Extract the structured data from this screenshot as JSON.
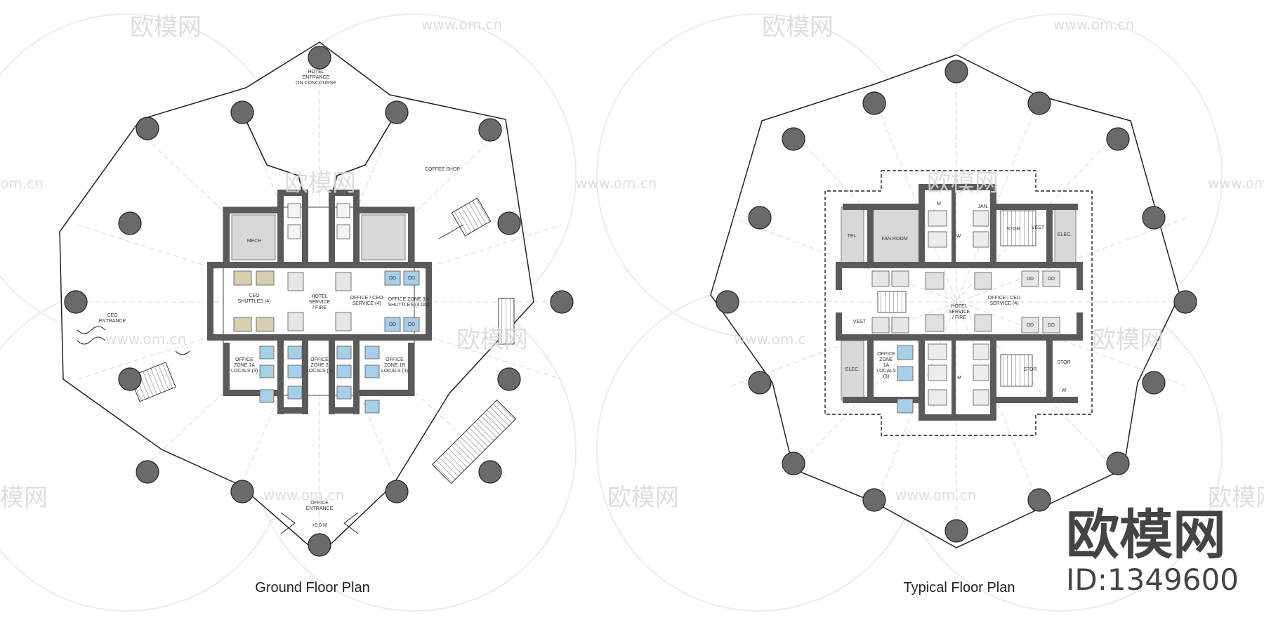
{
  "plans": [
    {
      "id": "ground",
      "title": "Ground Floor Plan",
      "labels": [
        {
          "key": "hotel_entrance",
          "lines": [
            "HOTEL",
            "ENTRANCE",
            "ON CONCOURSE"
          ]
        },
        {
          "key": "coffee_shop",
          "lines": [
            "COFFEE SHOP"
          ]
        },
        {
          "key": "mech",
          "lines": [
            "MECH"
          ]
        },
        {
          "key": "ceo_entrance",
          "lines": [
            "CEO",
            "ENTRANCE"
          ]
        },
        {
          "key": "ceo_shuttles",
          "lines": [
            "CEO",
            "SHUTTLES (4)"
          ]
        },
        {
          "key": "hotel_service",
          "lines": [
            "HOTEL",
            "SERVICE",
            "/ FIRE"
          ]
        },
        {
          "key": "office_ceo_service",
          "lines": [
            "OFFICE / CEO",
            "SERVICE (4)"
          ]
        },
        {
          "key": "office_zone34",
          "lines": [
            "OFFICE ZONE 3/4",
            "SHUTTLES (4 DD)"
          ]
        },
        {
          "key": "dd1",
          "lines": [
            "DD"
          ]
        },
        {
          "key": "dd2",
          "lines": [
            "DD"
          ]
        },
        {
          "key": "dd3",
          "lines": [
            "DD"
          ]
        },
        {
          "key": "dd4",
          "lines": [
            "DD"
          ]
        },
        {
          "key": "office_zone1a",
          "lines": [
            "OFFICE",
            "ZONE 1A",
            "LOCALS (3)"
          ]
        },
        {
          "key": "office_zone2",
          "lines": [
            "OFFICE",
            "ZONE 2",
            "LOCALS (6)"
          ]
        },
        {
          "key": "office_zone1b",
          "lines": [
            "OFFICE",
            "ZONE 1B",
            "LOCALS (3)"
          ]
        },
        {
          "key": "office_entrance",
          "lines": [
            "OFFICE",
            "ENTRANCE"
          ]
        },
        {
          "key": "level",
          "lines": [
            "+0.0 M"
          ]
        }
      ]
    },
    {
      "id": "typical",
      "title": "Typical Floor Plan",
      "labels": [
        {
          "key": "tel",
          "lines": [
            "TEL."
          ]
        },
        {
          "key": "fan_room",
          "lines": [
            "FAN ROOM"
          ]
        },
        {
          "key": "m_top",
          "lines": [
            "M"
          ]
        },
        {
          "key": "w_top",
          "lines": [
            "W"
          ]
        },
        {
          "key": "jan",
          "lines": [
            "JAN."
          ]
        },
        {
          "key": "stor_top",
          "lines": [
            "STOR"
          ]
        },
        {
          "key": "vest_right",
          "lines": [
            "VEST"
          ]
        },
        {
          "key": "elec_right",
          "lines": [
            "ELEC."
          ]
        },
        {
          "key": "dd1",
          "lines": [
            "DD"
          ]
        },
        {
          "key": "dd2",
          "lines": [
            "DD"
          ]
        },
        {
          "key": "dd3",
          "lines": [
            "DD"
          ]
        },
        {
          "key": "dd4",
          "lines": [
            "DD"
          ]
        },
        {
          "key": "hotel_service",
          "lines": [
            "HOTEL",
            "SERVICE",
            "/ FIRE"
          ]
        },
        {
          "key": "office_ceo_service",
          "lines": [
            "OFFICE / CEO",
            "SERVICE (4)"
          ]
        },
        {
          "key": "vest_left",
          "lines": [
            "VEST"
          ]
        },
        {
          "key": "elec_left",
          "lines": [
            "ELEC."
          ]
        },
        {
          "key": "office_zone1a",
          "lines": [
            "OFFICE",
            "ZONE",
            "1A",
            "LOCALS",
            "(3)"
          ]
        },
        {
          "key": "m_bottom",
          "lines": [
            "M"
          ]
        },
        {
          "key": "stor_mid",
          "lines": [
            "STOR"
          ]
        },
        {
          "key": "stor_right",
          "lines": [
            "STOR"
          ]
        },
        {
          "key": "w_bottom",
          "lines": [
            "W"
          ]
        }
      ]
    }
  ],
  "watermarks": {
    "brand": "欧模网",
    "site": "www.om.cn",
    "site_partial_left": "om.cn",
    "site_partial_right": "www.om.c",
    "brand_partial_left": "模网"
  },
  "branding": {
    "logo_text": "欧模网",
    "id_label": "ID:1349600"
  },
  "colors": {
    "wall": "#5a5a5a",
    "wall_dark": "#3f3f3f",
    "room_grey": "#d8d8d8",
    "elevator_blue": "#a8cfe8",
    "elevator_tan": "#d8ceb0",
    "column": "#6a6a6a",
    "outline": "#222222",
    "guide": "#c9c9c9",
    "watermark": "#d6d6d6"
  }
}
